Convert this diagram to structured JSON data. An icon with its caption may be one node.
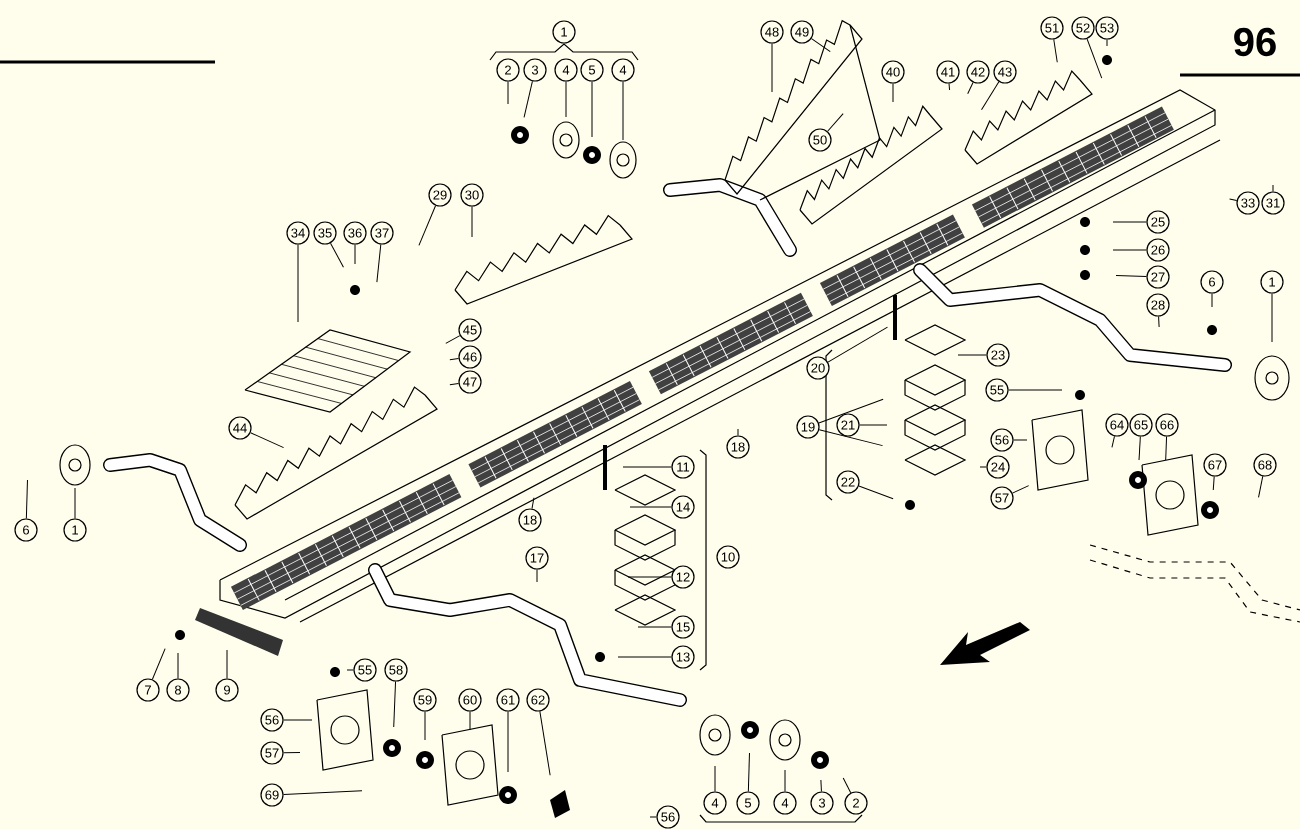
{
  "diagram": {
    "nodes": [
      {
        "text": [
          "1"
        ]
      },
      {
        "text": [
          "2"
        ]
      },
      {
        "text": [
          "3"
        ]
      },
      {
        "text": [
          "4"
        ]
      },
      {
        "text": [
          "5"
        ]
      },
      {
        "text": [
          "4"
        ]
      },
      {
        "text": [
          "48"
        ]
      },
      {
        "text": [
          "49"
        ]
      },
      {
        "text": [
          "51"
        ]
      },
      {
        "text": [
          "52"
        ]
      },
      {
        "text": [
          "53"
        ]
      },
      {
        "text": [
          "40"
        ]
      },
      {
        "text": [
          "41"
        ]
      },
      {
        "text": [
          "42"
        ]
      },
      {
        "text": [
          "43"
        ]
      },
      {
        "text": [
          "50"
        ]
      },
      {
        "text": [
          "29"
        ]
      },
      {
        "text": [
          "30"
        ]
      },
      {
        "text": [
          "33"
        ]
      },
      {
        "text": [
          "31"
        ]
      },
      {
        "text": [
          "25"
        ]
      },
      {
        "text": [
          "34"
        ]
      },
      {
        "text": [
          "35"
        ]
      },
      {
        "text": [
          "36"
        ]
      },
      {
        "text": [
          "37"
        ]
      },
      {
        "text": [
          "26"
        ]
      },
      {
        "text": [
          "27"
        ]
      },
      {
        "text": [
          "6"
        ]
      },
      {
        "text": [
          "1"
        ]
      },
      {
        "text": [
          "28"
        ]
      },
      {
        "text": [
          "45"
        ]
      },
      {
        "text": [
          "46"
        ]
      },
      {
        "text": [
          "23"
        ]
      },
      {
        "text": [
          "20"
        ]
      },
      {
        "text": [
          "47"
        ]
      },
      {
        "text": [
          "55"
        ]
      },
      {
        "text": [
          "19"
        ]
      },
      {
        "text": [
          "21"
        ]
      },
      {
        "text": [
          "64"
        ]
      },
      {
        "text": [
          "65"
        ]
      },
      {
        "text": [
          "66"
        ]
      },
      {
        "text": [
          "44"
        ]
      },
      {
        "text": [
          "56"
        ]
      },
      {
        "text": [
          "18"
        ]
      },
      {
        "text": [
          "11"
        ]
      },
      {
        "text": [
          "24"
        ]
      },
      {
        "text": [
          "67"
        ]
      },
      {
        "text": [
          "68"
        ]
      },
      {
        "text": [
          "22"
        ]
      },
      {
        "text": [
          "57"
        ]
      },
      {
        "text": [
          "14"
        ]
      },
      {
        "text": [
          "18"
        ]
      },
      {
        "text": [
          "6"
        ]
      },
      {
        "text": [
          "1"
        ]
      },
      {
        "text": [
          "10"
        ]
      },
      {
        "text": [
          "17"
        ]
      },
      {
        "text": [
          "12"
        ]
      },
      {
        "text": [
          "15"
        ]
      },
      {
        "text": [
          "13"
        ]
      },
      {
        "text": [
          "55"
        ]
      },
      {
        "text": [
          "58"
        ]
      },
      {
        "text": [
          "7"
        ]
      },
      {
        "text": [
          "8"
        ]
      },
      {
        "text": [
          "9"
        ]
      },
      {
        "text": [
          "59"
        ]
      },
      {
        "text": [
          "60"
        ]
      },
      {
        "text": [
          "61"
        ]
      },
      {
        "text": [
          "62"
        ]
      },
      {
        "text": [
          "56"
        ]
      },
      {
        "text": [
          "57"
        ]
      },
      {
        "text": [
          "69"
        ]
      },
      {
        "text": [
          "4"
        ]
      },
      {
        "text": [
          "5"
        ]
      },
      {
        "text": [
          "4"
        ]
      },
      {
        "text": [
          "3"
        ]
      },
      {
        "text": [
          "2"
        ]
      },
      {
        "text": [
          "56"
        ]
      }
    ],
    "edges": [
      {
        "from": 1,
        "to": null,
        "arrow": "none"
      },
      {
        "from": 2,
        "to": null,
        "arrow": "none"
      },
      {
        "from": 3,
        "to": null,
        "arrow": "none"
      },
      {
        "from": 4,
        "to": null,
        "arrow": "none"
      },
      {
        "from": 5,
        "to": null,
        "arrow": "none"
      },
      {
        "from": 6,
        "to": null,
        "arrow": "none"
      },
      {
        "from": 7,
        "to": null,
        "arrow": "none"
      },
      {
        "from": 8,
        "to": null,
        "arrow": "none"
      },
      {
        "from": 9,
        "to": null,
        "arrow": "none"
      },
      {
        "from": 10,
        "to": null,
        "arrow": "none"
      },
      {
        "from": 11,
        "to": null,
        "arrow": "none"
      },
      {
        "from": 12,
        "to": null,
        "arrow": "none"
      },
      {
        "from": 13,
        "to": null,
        "arrow": "none"
      },
      {
        "from": 14,
        "to": null,
        "arrow": "none"
      },
      {
        "from": 15,
        "to": null,
        "arrow": "none"
      },
      {
        "from": 16,
        "to": null,
        "arrow": "none"
      },
      {
        "from": 17,
        "to": null,
        "arrow": "none"
      },
      {
        "from": 18,
        "to": null,
        "arrow": "none"
      },
      {
        "from": 19,
        "to": null,
        "arrow": "none"
      },
      {
        "from": 20,
        "to": null,
        "arrow": "none"
      },
      {
        "from": 21,
        "to": null,
        "arrow": "none"
      },
      {
        "from": 22,
        "to": null,
        "arrow": "none"
      },
      {
        "from": 23,
        "to": null,
        "arrow": "none"
      },
      {
        "from": 24,
        "to": null,
        "arrow": "none"
      },
      {
        "from": 25,
        "to": null,
        "arrow": "none"
      },
      {
        "from": 26,
        "to": null,
        "arrow": "none"
      },
      {
        "from": 27,
        "to": null,
        "arrow": "none"
      },
      {
        "from": 28,
        "to": null,
        "arrow": "none"
      },
      {
        "from": 29,
        "to": null,
        "arrow": "none"
      },
      {
        "from": 30,
        "to": null,
        "arrow": "none"
      },
      {
        "from": 31,
        "to": null,
        "arrow": "none"
      },
      {
        "from": 32,
        "to": null,
        "arrow": "none"
      },
      {
        "from": 33,
        "to": null,
        "arrow": "none"
      },
      {
        "from": 34,
        "to": null,
        "arrow": "none"
      },
      {
        "from": 35,
        "to": null,
        "arrow": "none"
      },
      {
        "from": 36,
        "to": null,
        "arrow": "none"
      },
      {
        "from": 36,
        "to": null,
        "arrow": "none"
      },
      {
        "from": 37,
        "to": null,
        "arrow": "none"
      },
      {
        "from": 38,
        "to": null,
        "arrow": "none"
      },
      {
        "from": 39,
        "to": null,
        "arrow": "none"
      },
      {
        "from": 40,
        "to": null,
        "arrow": "none"
      },
      {
        "from": 41,
        "to": null,
        "arrow": "none"
      },
      {
        "from": 42,
        "to": null,
        "arrow": "none"
      },
      {
        "from": 43,
        "to": null,
        "arrow": "none"
      },
      {
        "from": 44,
        "to": null,
        "arrow": "none"
      },
      {
        "from": 45,
        "to": null,
        "arrow": "none"
      },
      {
        "from": 46,
        "to": null,
        "arrow": "none"
      },
      {
        "from": 47,
        "to": null,
        "arrow": "none"
      },
      {
        "from": 48,
        "to": null,
        "arrow": "none"
      },
      {
        "from": 49,
        "to": null,
        "arrow": "none"
      },
      {
        "from": 50,
        "to": null,
        "arrow": "none"
      },
      {
        "from": 51,
        "to": null,
        "arrow": "none"
      },
      {
        "from": 52,
        "to": null,
        "arrow": "none"
      },
      {
        "from": 53,
        "to": null,
        "arrow": "none"
      },
      {
        "from": 55,
        "to": null,
        "arrow": "none"
      },
      {
        "from": 56,
        "to": null,
        "arrow": "none"
      },
      {
        "from": 57,
        "to": null,
        "arrow": "none"
      },
      {
        "from": 58,
        "to": null,
        "arrow": "none"
      },
      {
        "from": 59,
        "to": null,
        "arrow": "none"
      },
      {
        "from": 60,
        "to": null,
        "arrow": "none"
      },
      {
        "from": 61,
        "to": null,
        "arrow": "none"
      },
      {
        "from": 62,
        "to": null,
        "arrow": "none"
      },
      {
        "from": 63,
        "to": null,
        "arrow": "none"
      },
      {
        "from": 64,
        "to": null,
        "arrow": "none"
      },
      {
        "from": 65,
        "to": null,
        "arrow": "none"
      },
      {
        "from": 66,
        "to": null,
        "arrow": "none"
      },
      {
        "from": 67,
        "to": null,
        "arrow": "none"
      },
      {
        "from": 68,
        "to": null,
        "arrow": "none"
      },
      {
        "from": 69,
        "to": null,
        "arrow": "none"
      },
      {
        "from": 70,
        "to": null,
        "arrow": "none"
      },
      {
        "from": 71,
        "to": null,
        "arrow": "none"
      },
      {
        "from": 72,
        "to": null,
        "arrow": "none"
      },
      {
        "from": 73,
        "to": null,
        "arrow": "none"
      },
      {
        "from": 74,
        "to": null,
        "arrow": "none"
      },
      {
        "from": 75,
        "to": null,
        "arrow": "none"
      },
      {
        "from": 76,
        "to": null,
        "arrow": "none"
      }
    ],
    "labels": [
      "96"
    ]
  }
}
